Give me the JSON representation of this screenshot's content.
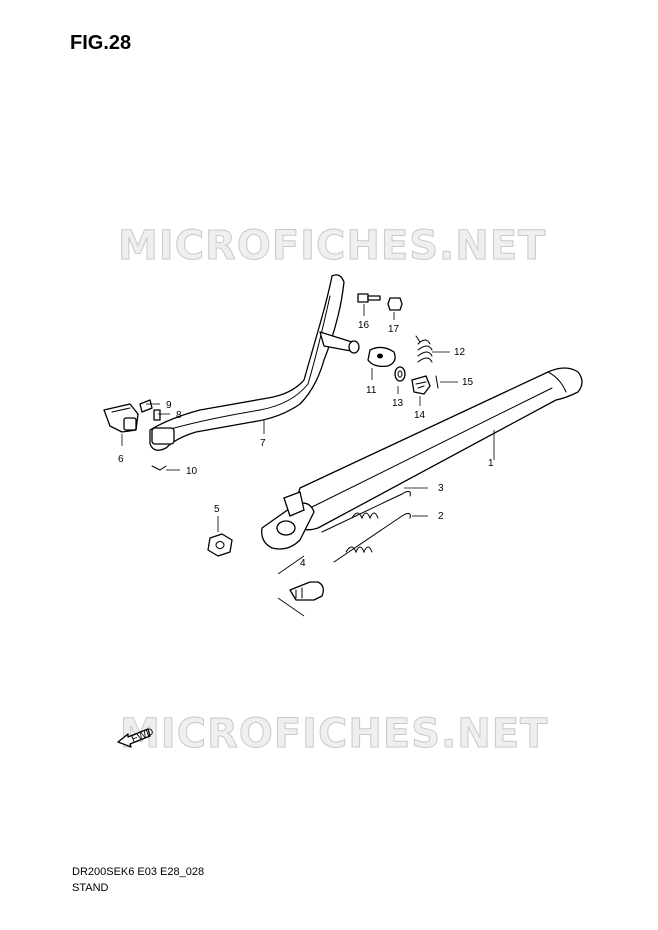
{
  "figure": {
    "title": "FIG.28",
    "diagram_code": "DR200SEK6 E03 E28_028",
    "section_name": "STAND"
  },
  "watermarks": [
    "MICROFICHES.NET",
    "MICROFICHES.NET"
  ],
  "fwd_arrow_label": "FWD",
  "callouts": [
    "1",
    "2",
    "3",
    "4",
    "5",
    "6",
    "7",
    "8",
    "9",
    "10",
    "11",
    "12",
    "13",
    "14",
    "15",
    "16",
    "17"
  ]
}
